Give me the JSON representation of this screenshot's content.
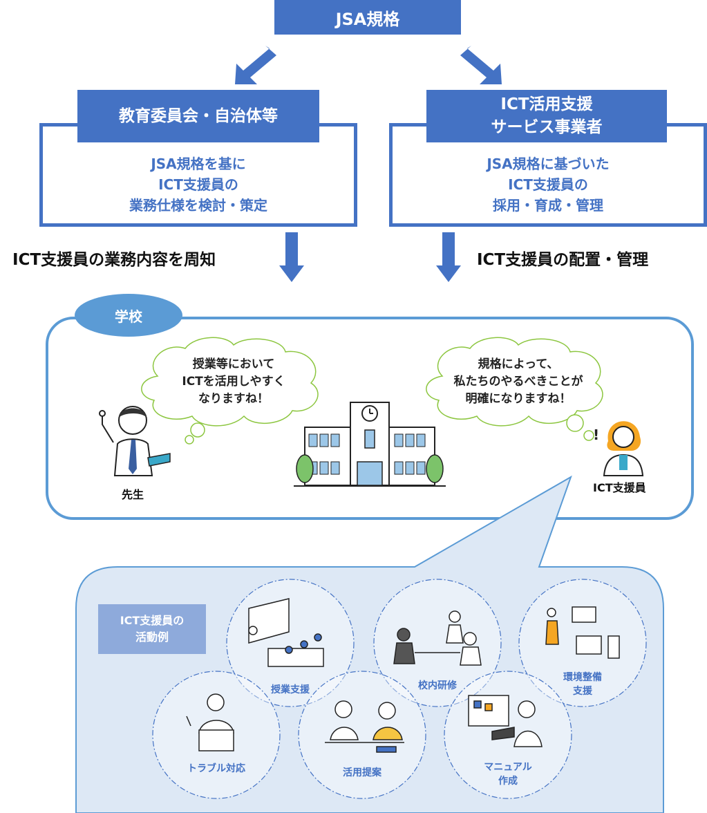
{
  "top": {
    "title": "JSA規格"
  },
  "left_block": {
    "header": "教育委員会・自治体等",
    "description": "JSA規格を基に\nICT支援員の\n業務仕様を検討・策定",
    "flow_label": "ICT支援員の業務内容を周知"
  },
  "right_block": {
    "header_line1": "ICT活用支援",
    "header_line2": "サービス事業者",
    "description": "JSA規格に基づいた\nICT支援員の\n採用・育成・管理",
    "flow_label": "ICT支援員の配置・管理"
  },
  "school": {
    "tag": "学校",
    "teacher_thought": "授業等において\nICTを活用しやすく\nなりますね！",
    "teacher_label": "先生",
    "staff_thought": "規格によって、\n私たちのやるべきことが\n明確になりますね！",
    "staff_label": "ICT支援員"
  },
  "activities": {
    "label": "ICT支援員の\n活動例",
    "items": [
      {
        "label": "授業支援"
      },
      {
        "label": "校内研修"
      },
      {
        "label": "環境整備\n支援"
      },
      {
        "label": "トラブル対応"
      },
      {
        "label": "活用提案"
      },
      {
        "label": "マニュアル\n作成"
      }
    ]
  },
  "colors": {
    "primary": "#4472c4",
    "school_border": "#5b9bd5",
    "activity_bg": "#dde8f5",
    "activity_label_bg": "#8eaadb",
    "cloud_outline": "#8cc63f"
  }
}
